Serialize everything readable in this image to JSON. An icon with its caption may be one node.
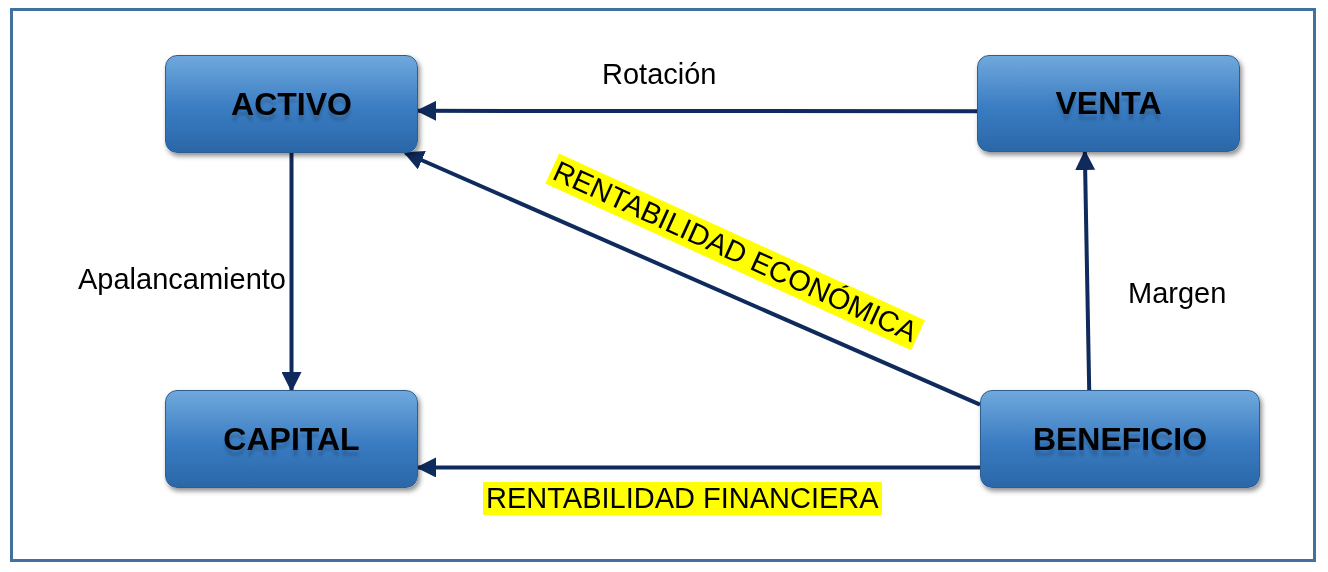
{
  "diagram": {
    "nodes": [
      {
        "text": [
          "ACTIVO"
        ]
      },
      {
        "text": [
          "VENTA"
        ]
      },
      {
        "text": [
          "CAPITAL"
        ]
      },
      {
        "text": [
          "BENEFICIO"
        ]
      }
    ],
    "edges": [
      {
        "from": 1,
        "to": 0,
        "arrow": "to",
        "label": "Rotación"
      },
      {
        "from": 0,
        "to": 2,
        "arrow": "to",
        "label": "Apalancamiento"
      },
      {
        "from": 3,
        "to": 0,
        "arrow": "to",
        "label": "RENTABILIDAD ECONÓMICA"
      },
      {
        "from": 3,
        "to": 2,
        "arrow": "to",
        "label": "RENTABILIDAD FINANCIERA"
      },
      {
        "from": 3,
        "to": 1,
        "arrow": "to",
        "label": "Margen"
      }
    ]
  }
}
